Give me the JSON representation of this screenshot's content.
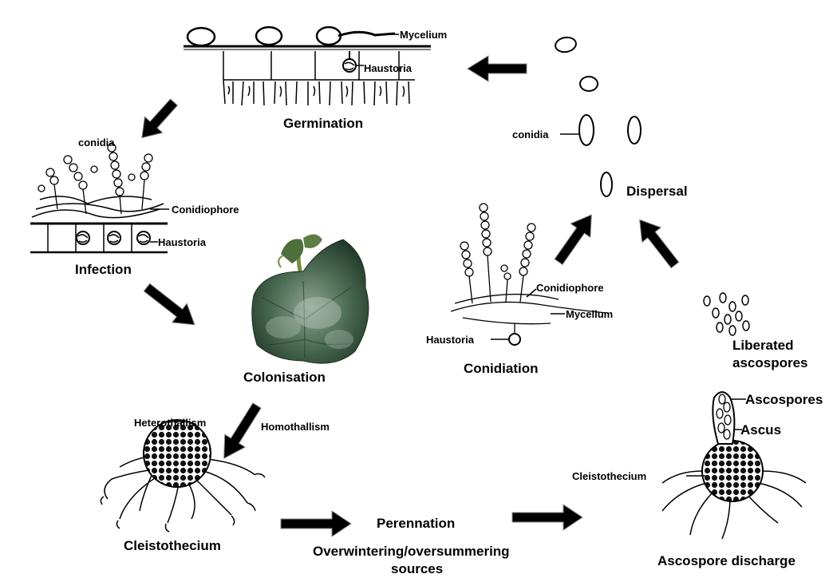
{
  "stages": {
    "germination": "Germination",
    "infection": "Infection",
    "colonisation": "Colonisation",
    "cleistothecium": "Cleistothecium",
    "perennation": "Perennation",
    "overwintering_line1": "Overwintering/oversummering",
    "overwintering_line2": "sources",
    "ascospore_discharge": "Ascospore discharge",
    "conidiation": "Conidiation",
    "dispersal": "Dispersal"
  },
  "labels": {
    "mycelium_top": "Mycelium",
    "haustoria_top": "Haustoria",
    "conidia_left": "conidia",
    "conidiophore_left": "Conidiophore",
    "haustoria_left": "Haustoria",
    "conidia_right": "conidia",
    "conidiophore_mid": "Conidiophore",
    "mycelium_mid": "Mycelium",
    "haustoria_mid": "Haustoria",
    "liberated_line1": "Liberated",
    "liberated_line2": "ascospores",
    "ascospores": "Ascospores",
    "ascus": "Ascus",
    "cleistothecium_right": "Cleistothecium",
    "heterothallism": "Heterothallism",
    "homothallism": "Homothallism"
  },
  "colors": {
    "ink": "#000000",
    "leaf_dark": "#2f4a36",
    "leaf_light": "#7f9a86",
    "stem": "#6f8f3a"
  }
}
